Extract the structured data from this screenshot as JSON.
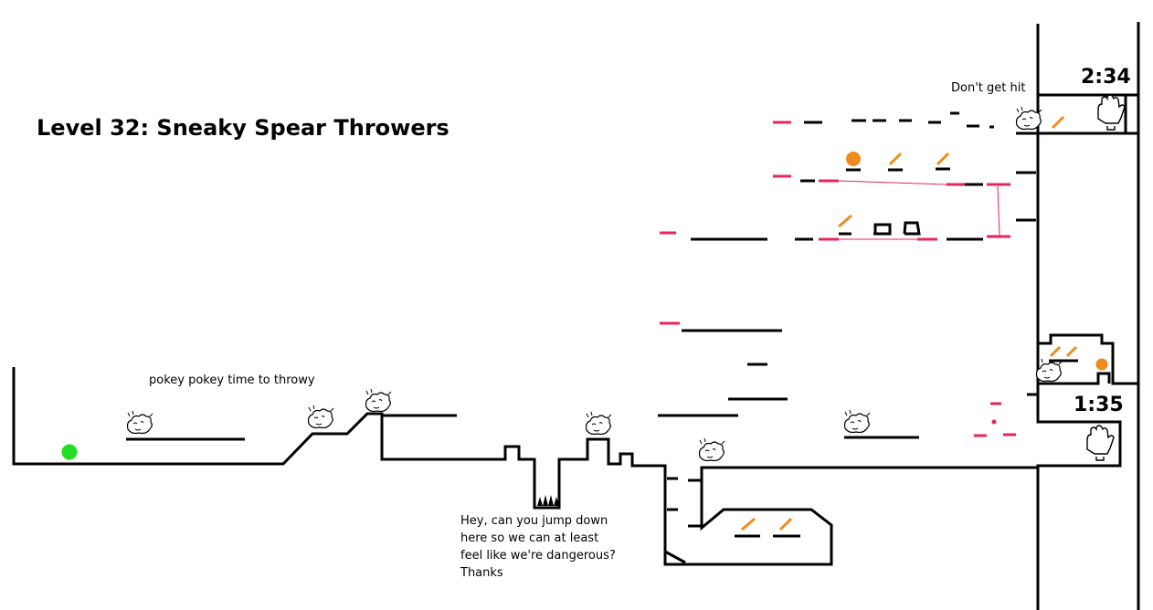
{
  "level": {
    "title": "Level 32: Sneaky Spear Throwers"
  },
  "notes": {
    "top": "pokey pokey time to throwy",
    "spike_lines": [
      "Hey, can you jump down",
      "here so we can at least",
      "feel like we're dangerous?",
      "Thanks"
    ],
    "hit": "Don't get hit"
  },
  "timers": {
    "upper": "2:34",
    "lower": "1:35"
  },
  "colors": {
    "ink": "#000000",
    "player": "#22dd22",
    "spear": "#f08a1e",
    "orb": "#f08a1e",
    "trap": "#e8245a",
    "laser": "#e8245a"
  },
  "icons": {
    "player": "green-ball",
    "enemy": "spear-thrower-creature",
    "goal": "glove-hand",
    "hazard": "spike-pit"
  }
}
